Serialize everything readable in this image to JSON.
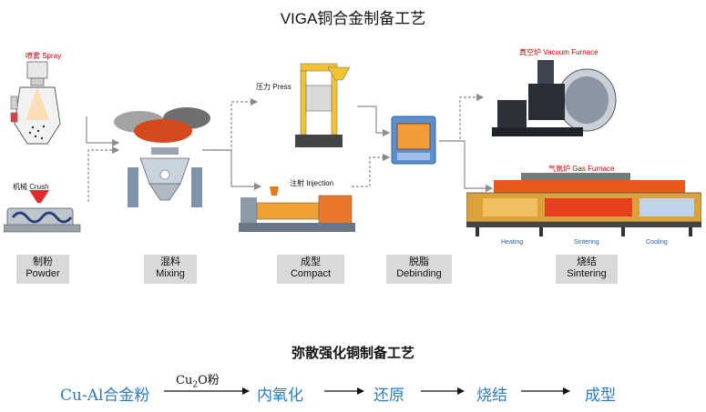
{
  "title": "VIGA铜合金制备工艺",
  "equipment_labels": {
    "spray": "喷雾 Spray",
    "crush": "机械 Crush",
    "press": "压力 Press",
    "injection": "注射 Injection",
    "vacuum_furnace": "真空炉 Vacuum Furnace",
    "gas_furnace": "气氛炉 Gas Furnace",
    "heating": "Heating",
    "sintering_zone": "Sintering",
    "cooling": "Cooling"
  },
  "stages": [
    {
      "zh": "制粉",
      "en": "Powder"
    },
    {
      "zh": "混料",
      "en": "Mixing"
    },
    {
      "zh": "成型",
      "en": "Compact"
    },
    {
      "zh": "脱脂",
      "en": "Debinding"
    },
    {
      "zh": "烧结",
      "en": "Sintering"
    }
  ],
  "section2_title": "弥散强化铜制备工艺",
  "process_chain": {
    "step1": "Cu-Al合金粉",
    "reagent_base": "Cu",
    "reagent_sub": "2",
    "reagent_tail": "O粉",
    "step2": "内氧化",
    "step3": "还原",
    "step4": "烧结",
    "step5": "成型"
  },
  "colors": {
    "accent_red": "#c00000",
    "process_blue": "#2b7bc0",
    "stage_bg": "#d9d9d9",
    "arrow_gray": "#8c8c8c"
  }
}
